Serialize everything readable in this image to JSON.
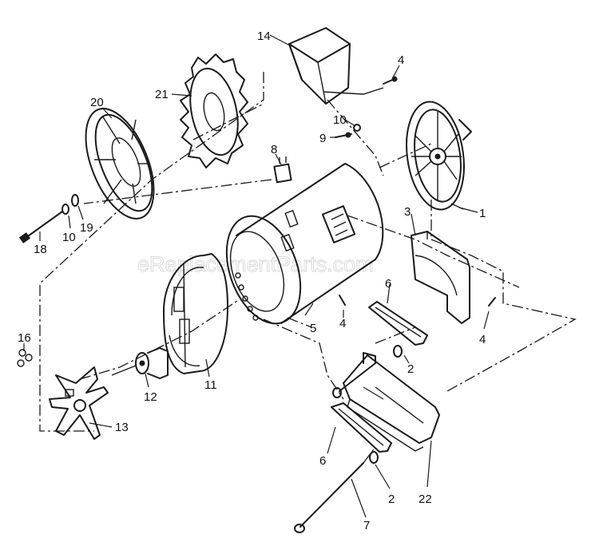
{
  "watermark": "eReplacementParts.com",
  "callouts": {
    "c1": "1",
    "c2a": "2",
    "c2b": "2",
    "c3": "3",
    "c4a": "4",
    "c4b": "4",
    "c4c": "4",
    "c5": "5",
    "c6a": "6",
    "c6b": "6",
    "c7": "7",
    "c8": "8",
    "c9": "9",
    "c10a": "10",
    "c10b": "10",
    "c11": "11",
    "c12": "12",
    "c13": "13",
    "c14": "14",
    "c16": "16",
    "c18": "18",
    "c19": "19",
    "c20": "20",
    "c21": "21",
    "c22": "22"
  },
  "colors": {
    "ink": "#1a1a1a",
    "background": "#ffffff",
    "watermark": "#d9d9d9"
  }
}
